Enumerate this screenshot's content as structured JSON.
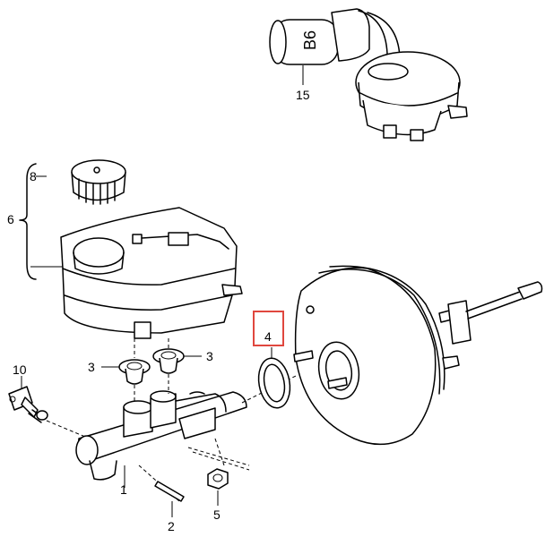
{
  "cap_marking": "B6",
  "highlight_color": "#e0473e",
  "labels": {
    "l1": "1",
    "l2": "2",
    "l3": "3",
    "l4": "4",
    "l5": "5",
    "l6": "6",
    "l8": "8",
    "l10": "10",
    "l15": "15"
  }
}
